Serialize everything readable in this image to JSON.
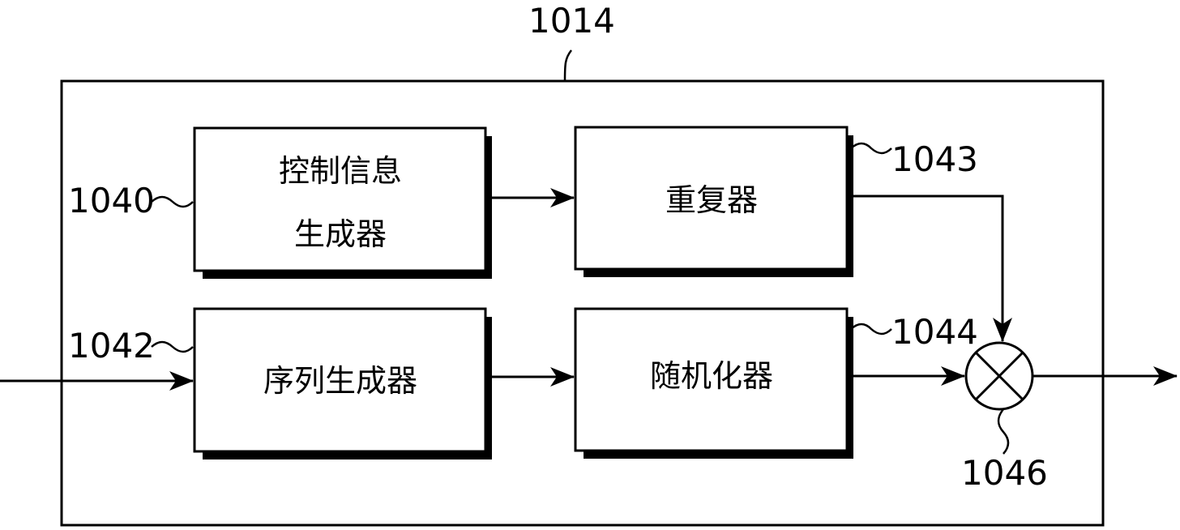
{
  "outer": {
    "ref": "1014"
  },
  "blocks": {
    "control_info": {
      "ref": "1040",
      "line1": "控制信息",
      "line2": "生成器"
    },
    "repeater": {
      "ref": "1043",
      "label": "重复器"
    },
    "sequence_gen": {
      "ref": "1042",
      "label": "序列生成器"
    },
    "randomizer": {
      "ref": "1044",
      "label": "随机化器"
    }
  },
  "multiplier": {
    "ref": "1046",
    "symbol": "⊗"
  }
}
